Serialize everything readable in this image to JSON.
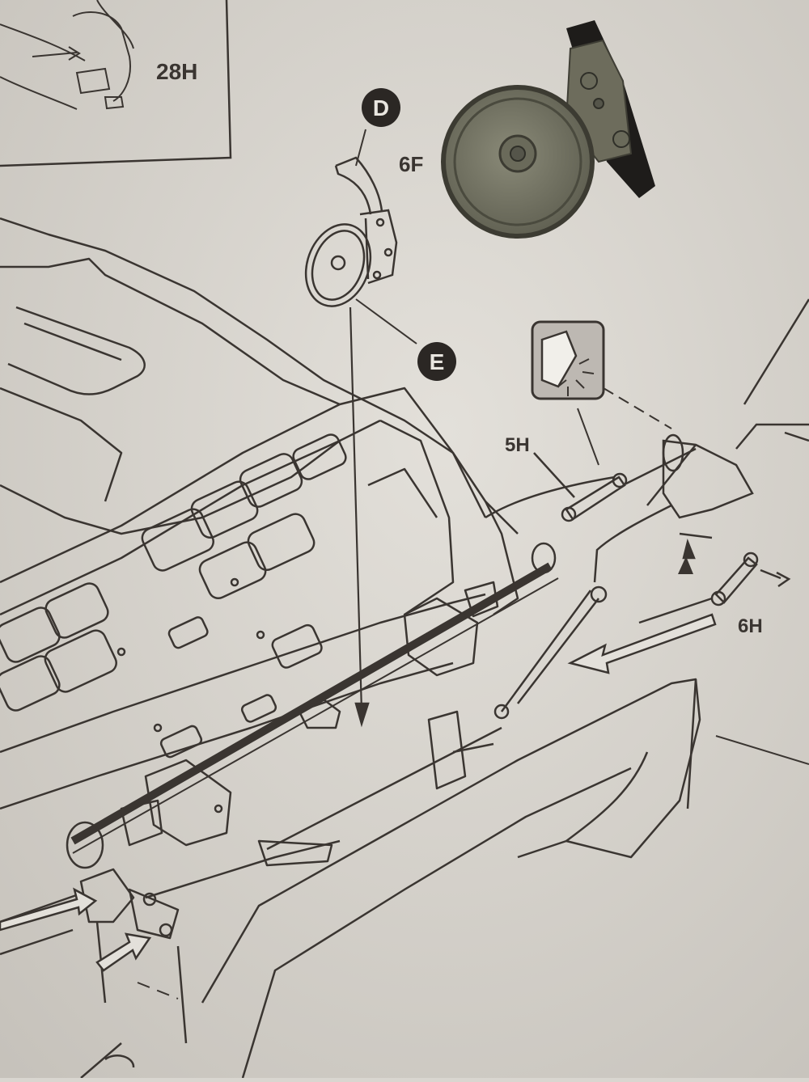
{
  "callouts": {
    "part_28h": "28H",
    "part_6f": "6F",
    "part_5h": "5H",
    "part_6h": "6H",
    "label_d": "D",
    "label_e": "E"
  },
  "icons": {
    "cement_icon": "glue-tube-icon",
    "horn_part": "horn-part-photo",
    "chassis": "chassis-illustration"
  },
  "colors": {
    "paper": "#d9d6d0",
    "ink": "#3a3531",
    "metal": "#7c7b6a",
    "metal_dark": "#4a4a3e",
    "cement_box": "#bdb8b2"
  }
}
